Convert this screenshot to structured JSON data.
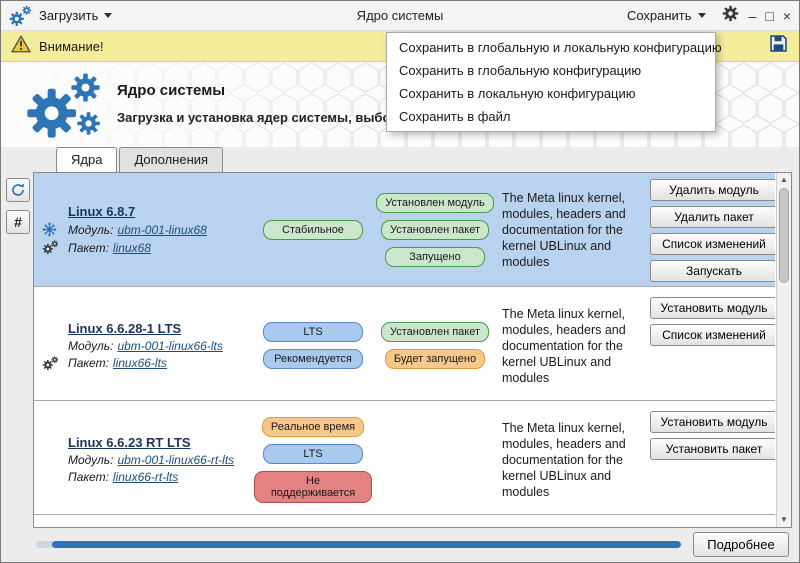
{
  "titlebar": {
    "load_label": "Загрузить",
    "title": "Ядро системы",
    "save_label": "Сохранить",
    "window_controls": {
      "minimize": "–",
      "maximize": "□",
      "close": "×"
    }
  },
  "warning_bar": {
    "label": "Внимание!"
  },
  "save_menu": {
    "items": [
      "Сохранить в глобальную и локальную конфигурацию",
      "Сохранить в глобальную конфигурацию",
      "Сохранить в локальную конфигурацию",
      "Сохранить в файл"
    ]
  },
  "header": {
    "title": "Ядро системы",
    "subtitle": "Загрузка и установка ядер системы, выбор ядра для загрузки по умолчанию"
  },
  "tabs": [
    {
      "label": "Ядра",
      "active": true
    },
    {
      "label": "Дополнения",
      "active": false
    }
  ],
  "side_buttons": {
    "hash_label": "#"
  },
  "labels": {
    "module": "Модуль:",
    "package": "Пакет:"
  },
  "list": {
    "kernels": [
      {
        "name": "Linux 6.8.7",
        "module": "ubm-001-linux68",
        "package": "linux68",
        "module_icon": true,
        "package_icon": true,
        "selected": true,
        "tags": [
          {
            "label": "Стабильное",
            "color": "green"
          }
        ],
        "statuses": [
          {
            "label": "Установлен модуль",
            "color": "green"
          },
          {
            "label": "Установлен пакет",
            "color": "green"
          },
          {
            "label": "Запущено",
            "color": "green"
          }
        ],
        "description": "The Meta linux kernel, modules, headers and documentation for the kernel UBLinux and modules",
        "actions": [
          "Удалить модуль",
          "Удалить пакет",
          "Список изменений",
          "Запускать"
        ]
      },
      {
        "name": "Linux 6.6.28-1 LTS",
        "module": "ubm-001-linux66-lts",
        "package": "linux66-lts",
        "module_icon": false,
        "package_icon": true,
        "selected": false,
        "tags": [
          {
            "label": "LTS",
            "color": "blue"
          },
          {
            "label": "Рекомендуется",
            "color": "blue"
          }
        ],
        "statuses": [
          {
            "label": "Установлен пакет",
            "color": "green"
          },
          {
            "label": "Будет запущено",
            "color": "orange"
          }
        ],
        "description": "The Meta linux kernel, modules, headers and documentation for the kernel UBLinux and modules",
        "actions": [
          "Установить модуль",
          "Список изменений"
        ]
      },
      {
        "name": "Linux 6.6.23 RT LTS",
        "module": "ubm-001-linux66-rt-lts",
        "package": "linux66-rt-lts",
        "module_icon": false,
        "package_icon": false,
        "selected": false,
        "tags": [
          {
            "label": "Реальное время",
            "color": "orange"
          },
          {
            "label": "LTS",
            "color": "blue"
          },
          {
            "label": "Не поддерживается",
            "color": "red"
          }
        ],
        "statuses": [],
        "description": "The Meta linux kernel, modules, headers and documentation for the kernel UBLinux and modules",
        "actions": [
          "Установить модуль",
          "Установить пакет"
        ]
      }
    ]
  },
  "footer": {
    "details_label": "Подробнее",
    "progress_percent": 97.5
  },
  "icons": {
    "app": "double-gears",
    "warning": "triangle-exclamation",
    "save_config": "floppy-disk",
    "settings": "gear",
    "refresh": "circular-arrow",
    "module": "network-hub",
    "package": "double-gears"
  },
  "colors": {
    "accent": "#2e75b6",
    "selected_row": "#b9d2f0",
    "warning_bg": "#f3ed9c",
    "badge_green": "#cbe6cb",
    "badge_blue": "#a9c9ee",
    "badge_orange": "#f8c88a",
    "badge_red": "#e48181"
  }
}
